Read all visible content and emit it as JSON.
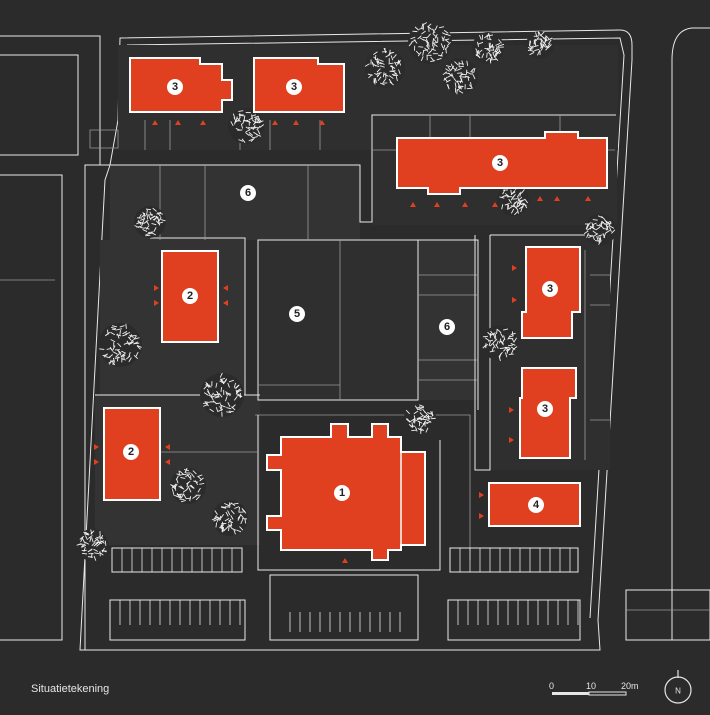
{
  "caption": "Situatietekening",
  "scale": {
    "labels": [
      "0",
      "10",
      "20m"
    ]
  },
  "north": {
    "label": "N"
  },
  "colors": {
    "building": "#e0401f",
    "background": "#2b2b2b",
    "line": "#e8e8e8"
  },
  "buildings": [
    {
      "id": "b3a",
      "number": "3"
    },
    {
      "id": "b3b",
      "number": "3"
    },
    {
      "id": "b3c",
      "number": "3"
    },
    {
      "id": "b3d",
      "number": "3"
    },
    {
      "id": "b3e",
      "number": "3"
    },
    {
      "id": "b2a",
      "number": "2"
    },
    {
      "id": "b2b",
      "number": "2"
    },
    {
      "id": "b1",
      "number": "1"
    },
    {
      "id": "b4",
      "number": "4"
    }
  ],
  "areas": [
    {
      "id": "courtyard",
      "number": "5"
    },
    {
      "id": "garden-east",
      "number": "6"
    },
    {
      "id": "garden-north",
      "number": "6"
    }
  ]
}
